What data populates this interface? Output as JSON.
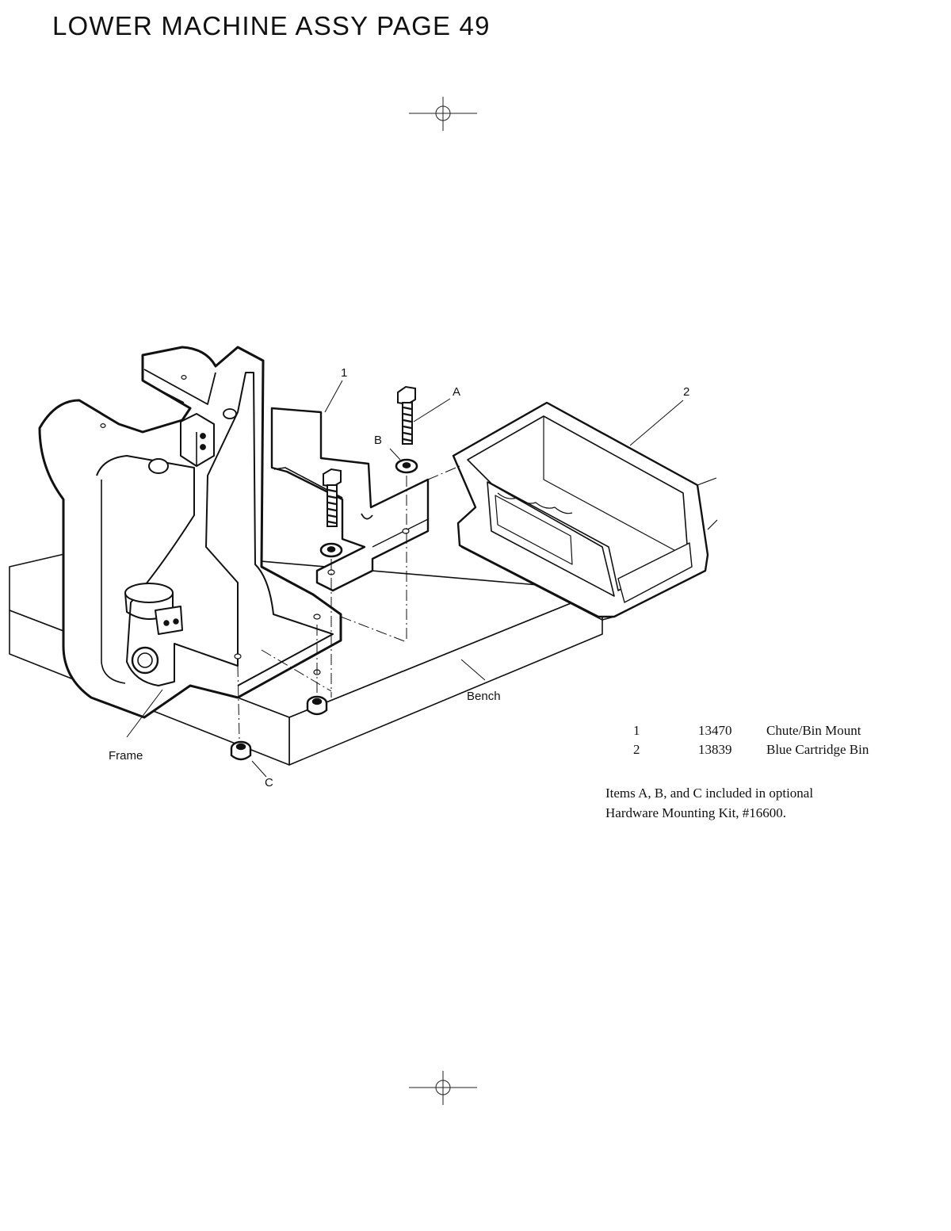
{
  "page": {
    "title": "LOWER MACHINE ASSY PAGE 49"
  },
  "diagram": {
    "callouts": {
      "item_1": "1",
      "item_2": "2",
      "item_a": "A",
      "item_b": "B",
      "item_c": "C",
      "frame": "Frame",
      "bench": "Bench"
    }
  },
  "parts_list": {
    "rows": [
      {
        "item": "1",
        "part_no": "13470",
        "description": "Chute/Bin Mount"
      },
      {
        "item": "2",
        "part_no": "13839",
        "description": "Blue Cartridge Bin"
      }
    ]
  },
  "note": {
    "line1": "Items A, B, and C included in optional",
    "line2": "Hardware Mounting Kit, #16600."
  }
}
